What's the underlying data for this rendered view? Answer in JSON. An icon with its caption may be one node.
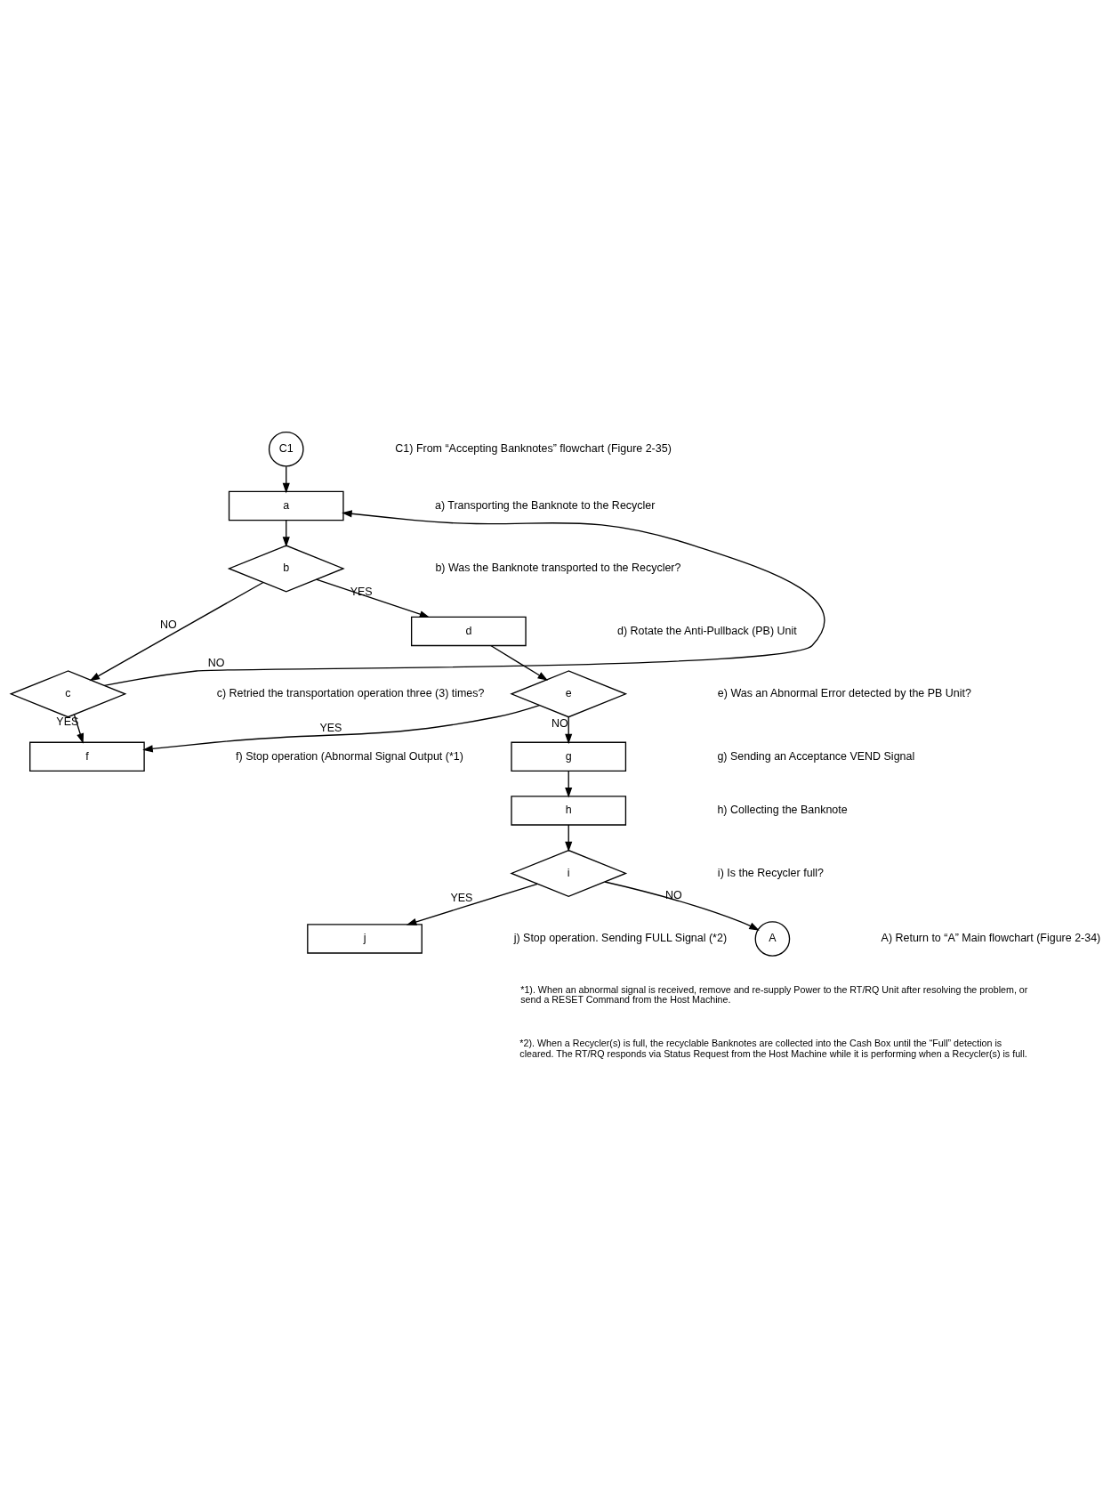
{
  "diagram": {
    "nodes": [
      {
        "text": [
          "C1"
        ]
      },
      {
        "text": [
          "a"
        ]
      },
      {
        "text": [
          "b"
        ]
      },
      {
        "text": [
          "c"
        ]
      },
      {
        "text": [
          "d"
        ]
      },
      {
        "text": [
          "e"
        ]
      },
      {
        "text": [
          "f"
        ]
      },
      {
        "text": [
          "g"
        ]
      },
      {
        "text": [
          "h"
        ]
      },
      {
        "text": [
          "i"
        ]
      },
      {
        "text": [
          "j"
        ]
      },
      {
        "text": [
          "A"
        ]
      }
    ],
    "edges": [
      {
        "from": 0,
        "to": 1,
        "arrow": "to"
      },
      {
        "from": 1,
        "to": 2,
        "arrow": "to"
      },
      {
        "from": 2,
        "to": 3,
        "arrow": "to",
        "label": "NO"
      },
      {
        "from": 3,
        "to": 1,
        "arrow": "to",
        "label": "NO"
      },
      {
        "from": 2,
        "to": 4,
        "arrow": "to",
        "label": "YES"
      },
      {
        "from": 3,
        "to": 6,
        "arrow": "to",
        "label": "YES"
      },
      {
        "from": 4,
        "to": 5,
        "arrow": "to"
      },
      {
        "from": 5,
        "to": 6,
        "arrow": "to",
        "label": "YES"
      },
      {
        "from": 5,
        "to": 7,
        "arrow": "to",
        "label": "NO"
      },
      {
        "from": 7,
        "to": 8,
        "arrow": "to"
      },
      {
        "from": 8,
        "to": 9,
        "arrow": "to"
      },
      {
        "from": 9,
        "to": 10,
        "arrow": "to",
        "label": "YES"
      },
      {
        "from": 9,
        "to": 11,
        "arrow": "to",
        "label": "NO"
      }
    ],
    "labels": [
      "C1) From “Accepting Banknotes” flowchart (Figure 2-35)",
      "a) Transporting the Banknote to the Recycler",
      "b) Was the Banknote transported to the Recycler?",
      "c) Retried the transportation operation three (3) times?",
      "d) Rotate the Anti-Pullback (PB) Unit",
      "e) Was an Abnormal Error detected by the PB Unit?",
      "f) Stop operation (Abnormal Signal Output (*1)",
      "g) Sending an Acceptance VEND Signal",
      "h) Collecting the Banknote",
      "i) Is the Recycler full?",
      "j) Stop operation. Sending FULL Signal (*2)",
      "A) Return to “A” Main flowchart (Figure 2-34)",
      "*1). When an abnormal signal is received, remove and re-supply Power to the RT/RQ Unit after resolving the problem, or send a RESET Command from the Host Machine.",
      "*2). When a Recycler(s) is full, the recyclable Banknotes are collected into the Cash Box until the “Full” detection is cleared. The RT/RQ responds via Status Request from the Host Machine while it is performing when a Recycler(s) is full."
    ]
  }
}
